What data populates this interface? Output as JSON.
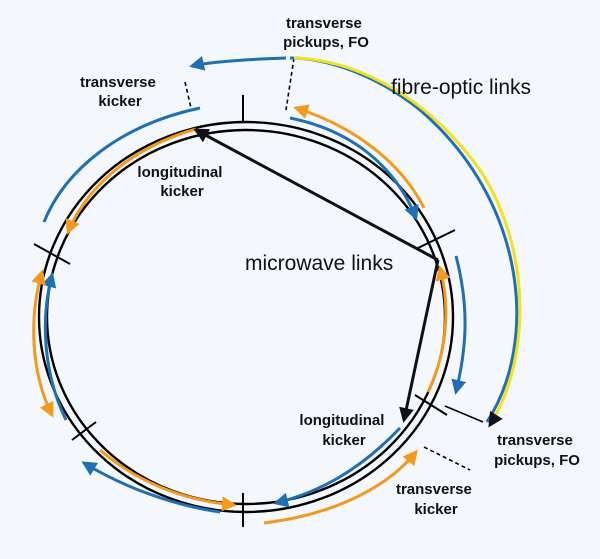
{
  "labels": {
    "transverse_pickups_top": [
      "transverse",
      "pickups, FO"
    ],
    "transverse_kicker_top": [
      "transverse",
      "kicker"
    ],
    "longitudinal_kicker_top": [
      "longitudinal",
      "kicker"
    ],
    "fibre_optic_links": "fibre-optic links",
    "microwave_links": "microwave links",
    "longitudinal_kicker_bottom": [
      "longitudinal",
      "kicker"
    ],
    "transverse_pickups_bottom": [
      "transverse",
      "pickups, FO"
    ],
    "transverse_kicker_bottom": [
      "transverse",
      "kicker"
    ]
  },
  "colors": {
    "ring": "#000000",
    "blue": "#1f6fb2",
    "orange": "#f39a1e",
    "yellow": "#f2e21a",
    "dark_arrow": "#111111",
    "background": "#f4f7fb"
  }
}
